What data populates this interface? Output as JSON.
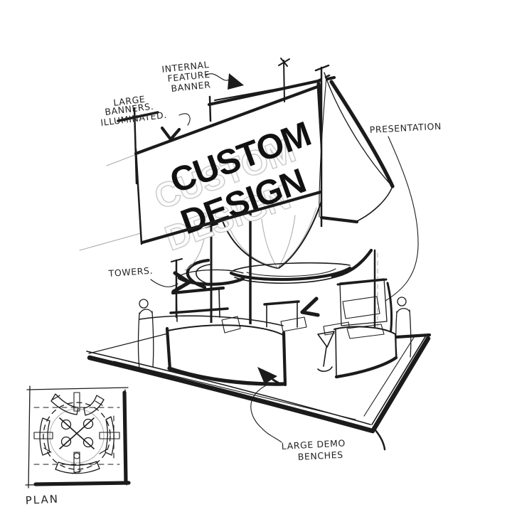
{
  "banner": {
    "line1": "CUSTOM",
    "line2": "DESIGN"
  },
  "labels": {
    "internal_feature_banner": {
      "line1": "INTERNAL",
      "line2": "FEATURE",
      "line3": "BANNER"
    },
    "large_banners": {
      "line1": "LARGE",
      "line2": "BANNERS.",
      "line3": "ILLUMINATED."
    },
    "presentation": "PRESENTATION",
    "towers": "TOWERS.",
    "large_demo_benches": {
      "line1": "LARGE DEMO",
      "line2": "BENCHES"
    },
    "plan": "PLAN"
  },
  "colors": {
    "ink": "#1b1b1b",
    "pencil": "#a9a9a9",
    "paper": "#ffffff",
    "ghost_text": "#c9c9c9"
  }
}
